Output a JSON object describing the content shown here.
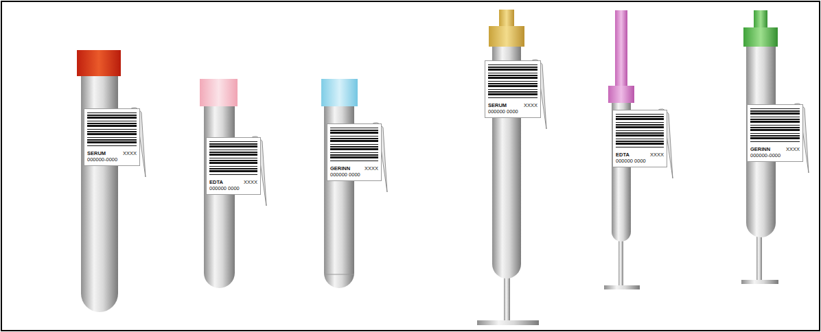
{
  "diagram": {
    "nodes": [
      {
        "text": [
          "SERUM",
          "XXXX",
          "000000-0000"
        ]
      },
      {
        "text": [
          "EDTA",
          "XXXX",
          "000000 0000"
        ]
      },
      {
        "text": [
          "GERINN",
          "XXXX",
          "000000 0000"
        ]
      },
      {
        "text": [
          "SERUM",
          "XXXX",
          "000000 0000"
        ]
      },
      {
        "text": [
          "EDTA",
          "XXXX",
          "000000 0000"
        ]
      },
      {
        "text": [
          "GERINN",
          "XXXX",
          "000000-0000"
        ]
      }
    ]
  }
}
